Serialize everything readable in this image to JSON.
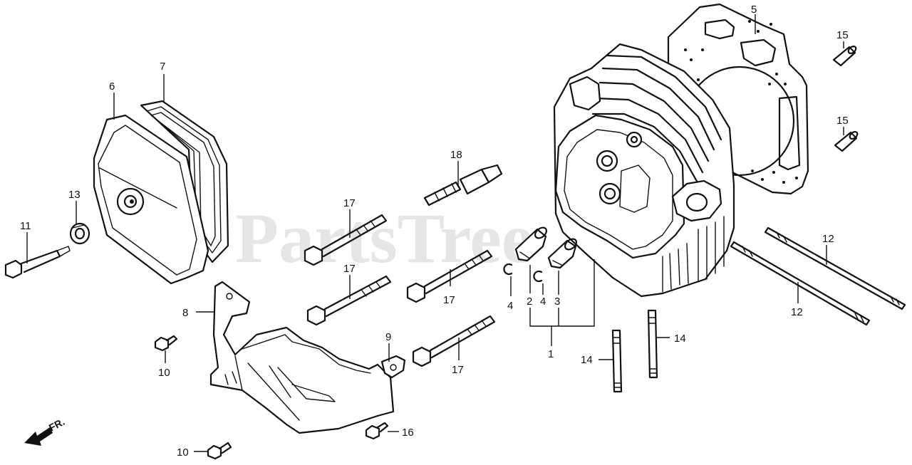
{
  "watermark": "PartsTree",
  "direction_label": "FR.",
  "callouts": {
    "c1": "1",
    "c2": "2",
    "c3": "3",
    "c4a": "4",
    "c4b": "4",
    "c5": "5",
    "c6": "6",
    "c7": "7",
    "c8": "8",
    "c9": "9",
    "c10a": "10",
    "c10b": "10",
    "c11": "11",
    "c12a": "12",
    "c12b": "12",
    "c13": "13",
    "c14a": "14",
    "c14b": "14",
    "c15a": "15",
    "c15b": "15",
    "c16": "16",
    "c17a": "17",
    "c17b": "17",
    "c17c": "17",
    "c17d": "17",
    "c18": "18"
  }
}
